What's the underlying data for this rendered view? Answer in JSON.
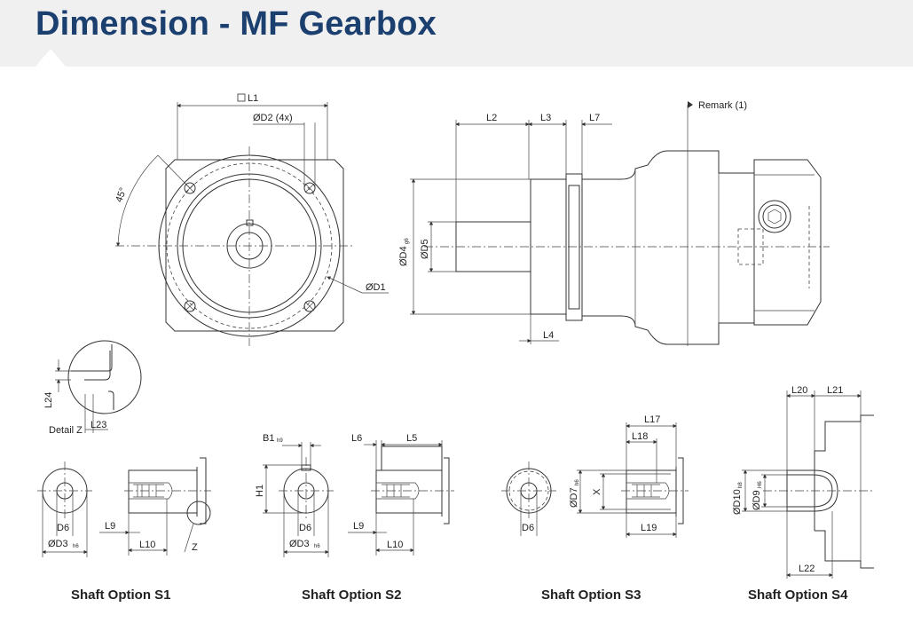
{
  "title": "Dimension - MF Gearbox",
  "main_view": {
    "square_l1": "L1",
    "d2_label": "ØD2 (4x)",
    "angle_label": "45°",
    "d1_label": "ØD1"
  },
  "side_view": {
    "l2": "L2",
    "l3": "L3",
    "l7": "L7",
    "l4": "L4",
    "remark": "Remark  (1)",
    "d4": "ØD4",
    "d4_tol": "g6",
    "d5": "ØD5"
  },
  "detail_z": {
    "l24": "L24",
    "l23": "L23",
    "caption": "Detail  Z"
  },
  "options": [
    {
      "caption": "Shaft Option S1",
      "d6": "D6",
      "d3": "ØD3",
      "d3_tol": "h6",
      "l9": "L9",
      "l10": "L10",
      "z": "Z"
    },
    {
      "caption": "Shaft Option S2",
      "b1": "B1",
      "b1_tol": "h9",
      "h1": "H1",
      "d6": "D6",
      "d3": "ØD3",
      "d3_tol": "h6",
      "l6": "L6",
      "l5": "L5",
      "l9": "L9",
      "l10": "L10"
    },
    {
      "caption": "Shaft Option S3",
      "d7": "ØD7",
      "d7_tol": "h6",
      "x": "X",
      "d6": "D6",
      "l17": "L17",
      "l18": "L18",
      "l19": "L19"
    },
    {
      "caption": "Shaft Option S4",
      "l20": "L20",
      "l21": "L21",
      "l22": "L22",
      "d10": "ØD10",
      "d10_tol": "h8",
      "d9": "ØD9",
      "d9_tol": "H6"
    }
  ]
}
